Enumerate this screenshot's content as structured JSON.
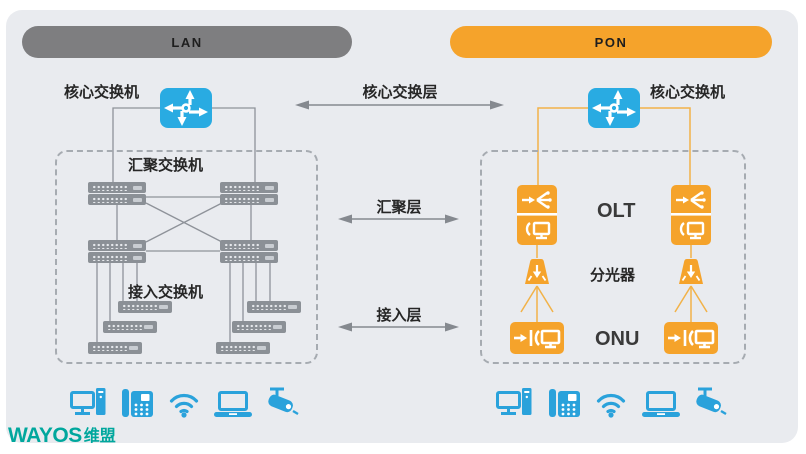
{
  "headers": {
    "lan": "LAN",
    "pon": "PON"
  },
  "lan": {
    "core_switch_label": "核心交换机",
    "aggregation_label": "汇聚交换机",
    "access_label": "接入交换机"
  },
  "layers": {
    "core": "核心交换层",
    "aggregation": "汇聚层",
    "access": "接入层"
  },
  "pon": {
    "core_switch_label": "核心交换机",
    "olt_label": "OLT",
    "splitter_label": "分光器",
    "onu_label": "ONU"
  },
  "footer": {
    "brand": "WAYOS",
    "brand_cn": "维盟"
  },
  "icons": {
    "core_switch": "four-way-routing-arrows",
    "aggregation_switch": "rack-switch-ports",
    "access_switch": "rack-switch-ports",
    "olt": "split-arrow-and-terminal",
    "splitter": "optical-splitter-cone",
    "onu": "arrow-into-terminal",
    "devices": [
      "desktop-computer",
      "ip-phone",
      "wifi-signal",
      "laptop",
      "surveillance-camera"
    ]
  },
  "colors": {
    "panel_bg": "#E9EBEF",
    "lan_header": "#7E7E80",
    "pon_header": "#F5A32B",
    "core_switch_blue": "#29ABE2",
    "pon_device_orange": "#F5A32B",
    "switch_gray": "#8B9096",
    "line_gray": "#8E9299",
    "line_yellow": "#F2B248",
    "device_blue": "#2AA2DB",
    "brand_teal": "#00A79D"
  }
}
